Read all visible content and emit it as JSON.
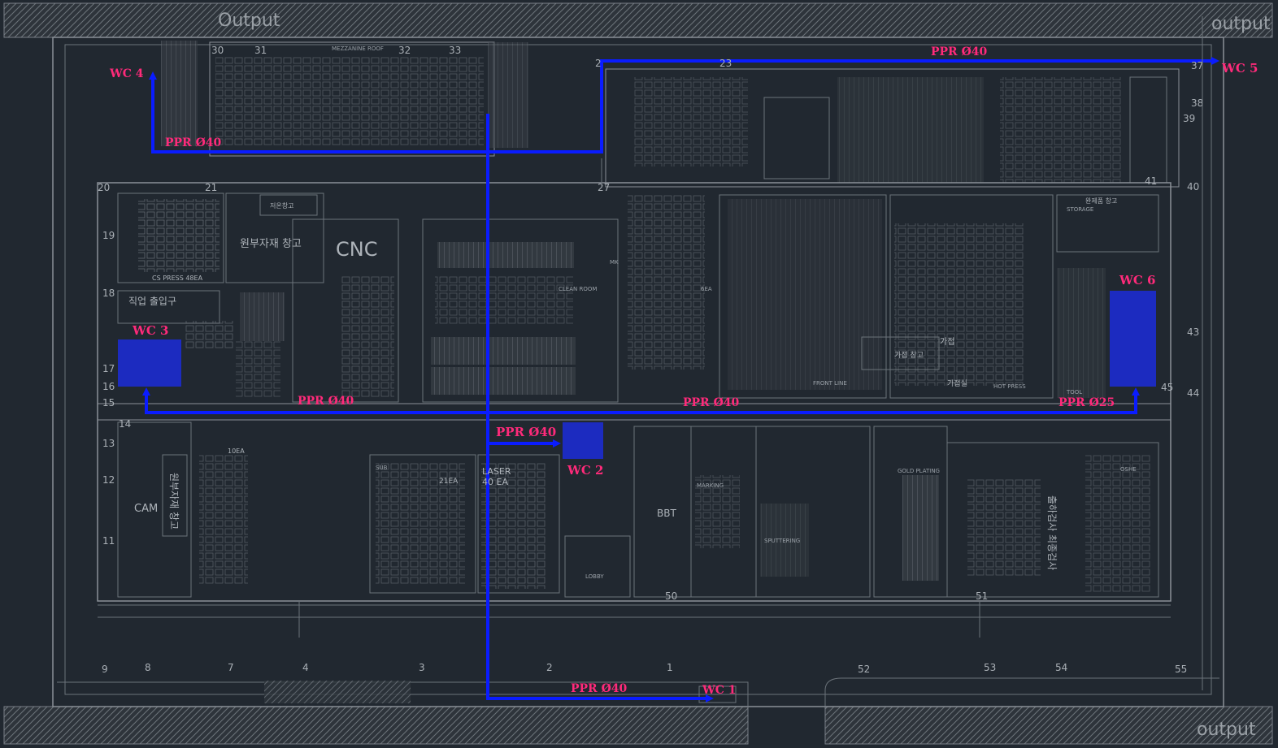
{
  "outputs": [
    {
      "id": "out-top-left",
      "text": "Output"
    },
    {
      "id": "out-top-right",
      "text": "output"
    },
    {
      "id": "out-bottom-right",
      "text": "output"
    }
  ],
  "wc_labels": [
    {
      "id": "wc-1",
      "text": "WC 1"
    },
    {
      "id": "wc-2",
      "text": "WC 2"
    },
    {
      "id": "wc-3",
      "text": "WC 3"
    },
    {
      "id": "wc-4",
      "text": "WC 4"
    },
    {
      "id": "wc-5",
      "text": "WC 5"
    },
    {
      "id": "wc-6",
      "text": "WC 6"
    }
  ],
  "pipe_labels": [
    {
      "id": "pipe-top",
      "text": "PPR Ø40"
    },
    {
      "id": "pipe-wc4",
      "text": "PPR Ø40"
    },
    {
      "id": "pipe-mid-left",
      "text": "PPR Ø40"
    },
    {
      "id": "pipe-mid-center",
      "text": "PPR Ø40"
    },
    {
      "id": "pipe-mid-right",
      "text": "PPR Ø25"
    },
    {
      "id": "pipe-wc2",
      "text": "PPR Ø40"
    },
    {
      "id": "pipe-bottom",
      "text": "PPR Ø40"
    }
  ],
  "rooms": {
    "cnc": "CNC",
    "cam": "CAM",
    "bbt": "BBT",
    "raw_material_top": "원부자재 창고",
    "raw_material_left": "원부자재 창고",
    "staff_entrance": "직업 출입구",
    "cs_press": "CS PRESS 48EA",
    "storage_top": "저온창고",
    "finished_storage": "완제품 창고",
    "storage_en": "STORAGE",
    "clean_room": "CLEAN ROOM",
    "laser": "LASER",
    "laser_count": "40 EA",
    "qty_21": "21EA",
    "lobby": "LOBBY",
    "marking": "MARKING",
    "sputtering": "SPUTTERING",
    "gold_plating": "GOLD PLATING",
    "final_inspection": "출하검사 최종검사",
    "hot_press": "HOT PRESS",
    "assembly_stock": "가접 창고",
    "assembly": "가접",
    "welding_room": "가접실",
    "oshe": "OSHE",
    "mezzanine": "MEZZANINE ROOF",
    "qty_10": "10EA",
    "six_ea": "6EA",
    "tool": "TOOL",
    "mk": "MK",
    "front_lines": "FRONT LINE",
    "storage_small": "SUB"
  },
  "grid_numbers": {
    "top": [
      "30",
      "31",
      "32",
      "33"
    ],
    "top_right": [
      "2",
      "23",
      "37",
      "38",
      "39"
    ],
    "right": [
      "40",
      "41",
      "43",
      "44",
      "45"
    ],
    "left": [
      "20",
      "21",
      "19",
      "18",
      "17",
      "16",
      "15",
      "14",
      "13",
      "12",
      "11"
    ],
    "bottom": [
      "9",
      "8",
      "7",
      "4",
      "3",
      "2",
      "1",
      "52",
      "53",
      "54",
      "55"
    ],
    "mid": [
      "27",
      "50",
      "51"
    ]
  }
}
